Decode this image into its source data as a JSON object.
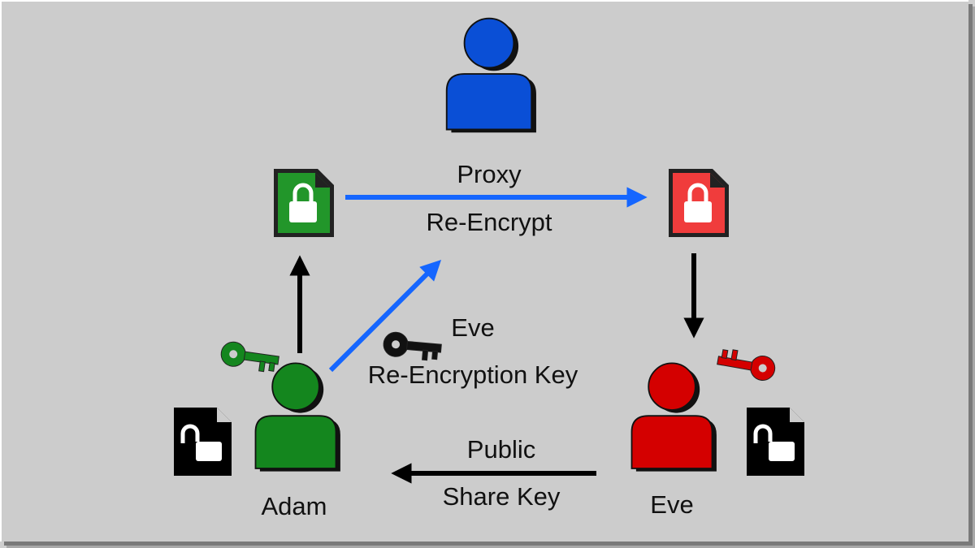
{
  "labels": {
    "proxy": "Proxy",
    "re_encrypt": "Re-Encrypt",
    "eve_key_owner": "Eve",
    "re_encryption_key": "Re-Encryption Key",
    "public": "Public",
    "share_key": "Share Key",
    "adam": "Adam",
    "eve": "Eve"
  },
  "icons": {
    "proxy": "user-icon",
    "adam": "user-icon",
    "eve": "user-icon",
    "adam_key": "key-icon",
    "eve_key": "key-icon",
    "re_encryption_key": "key-icon",
    "adam_encrypted_file": "locked-file-icon",
    "eve_encrypted_file": "locked-file-icon",
    "adam_plain_file": "unlocked-file-icon",
    "eve_plain_file": "unlocked-file-icon"
  },
  "colors": {
    "background": "#cccccc",
    "proxy": "#0a4fd6",
    "adam": "#14861e",
    "eve": "#d40000",
    "arrow_blue": "#1566ff",
    "arrow_black": "#000000"
  }
}
